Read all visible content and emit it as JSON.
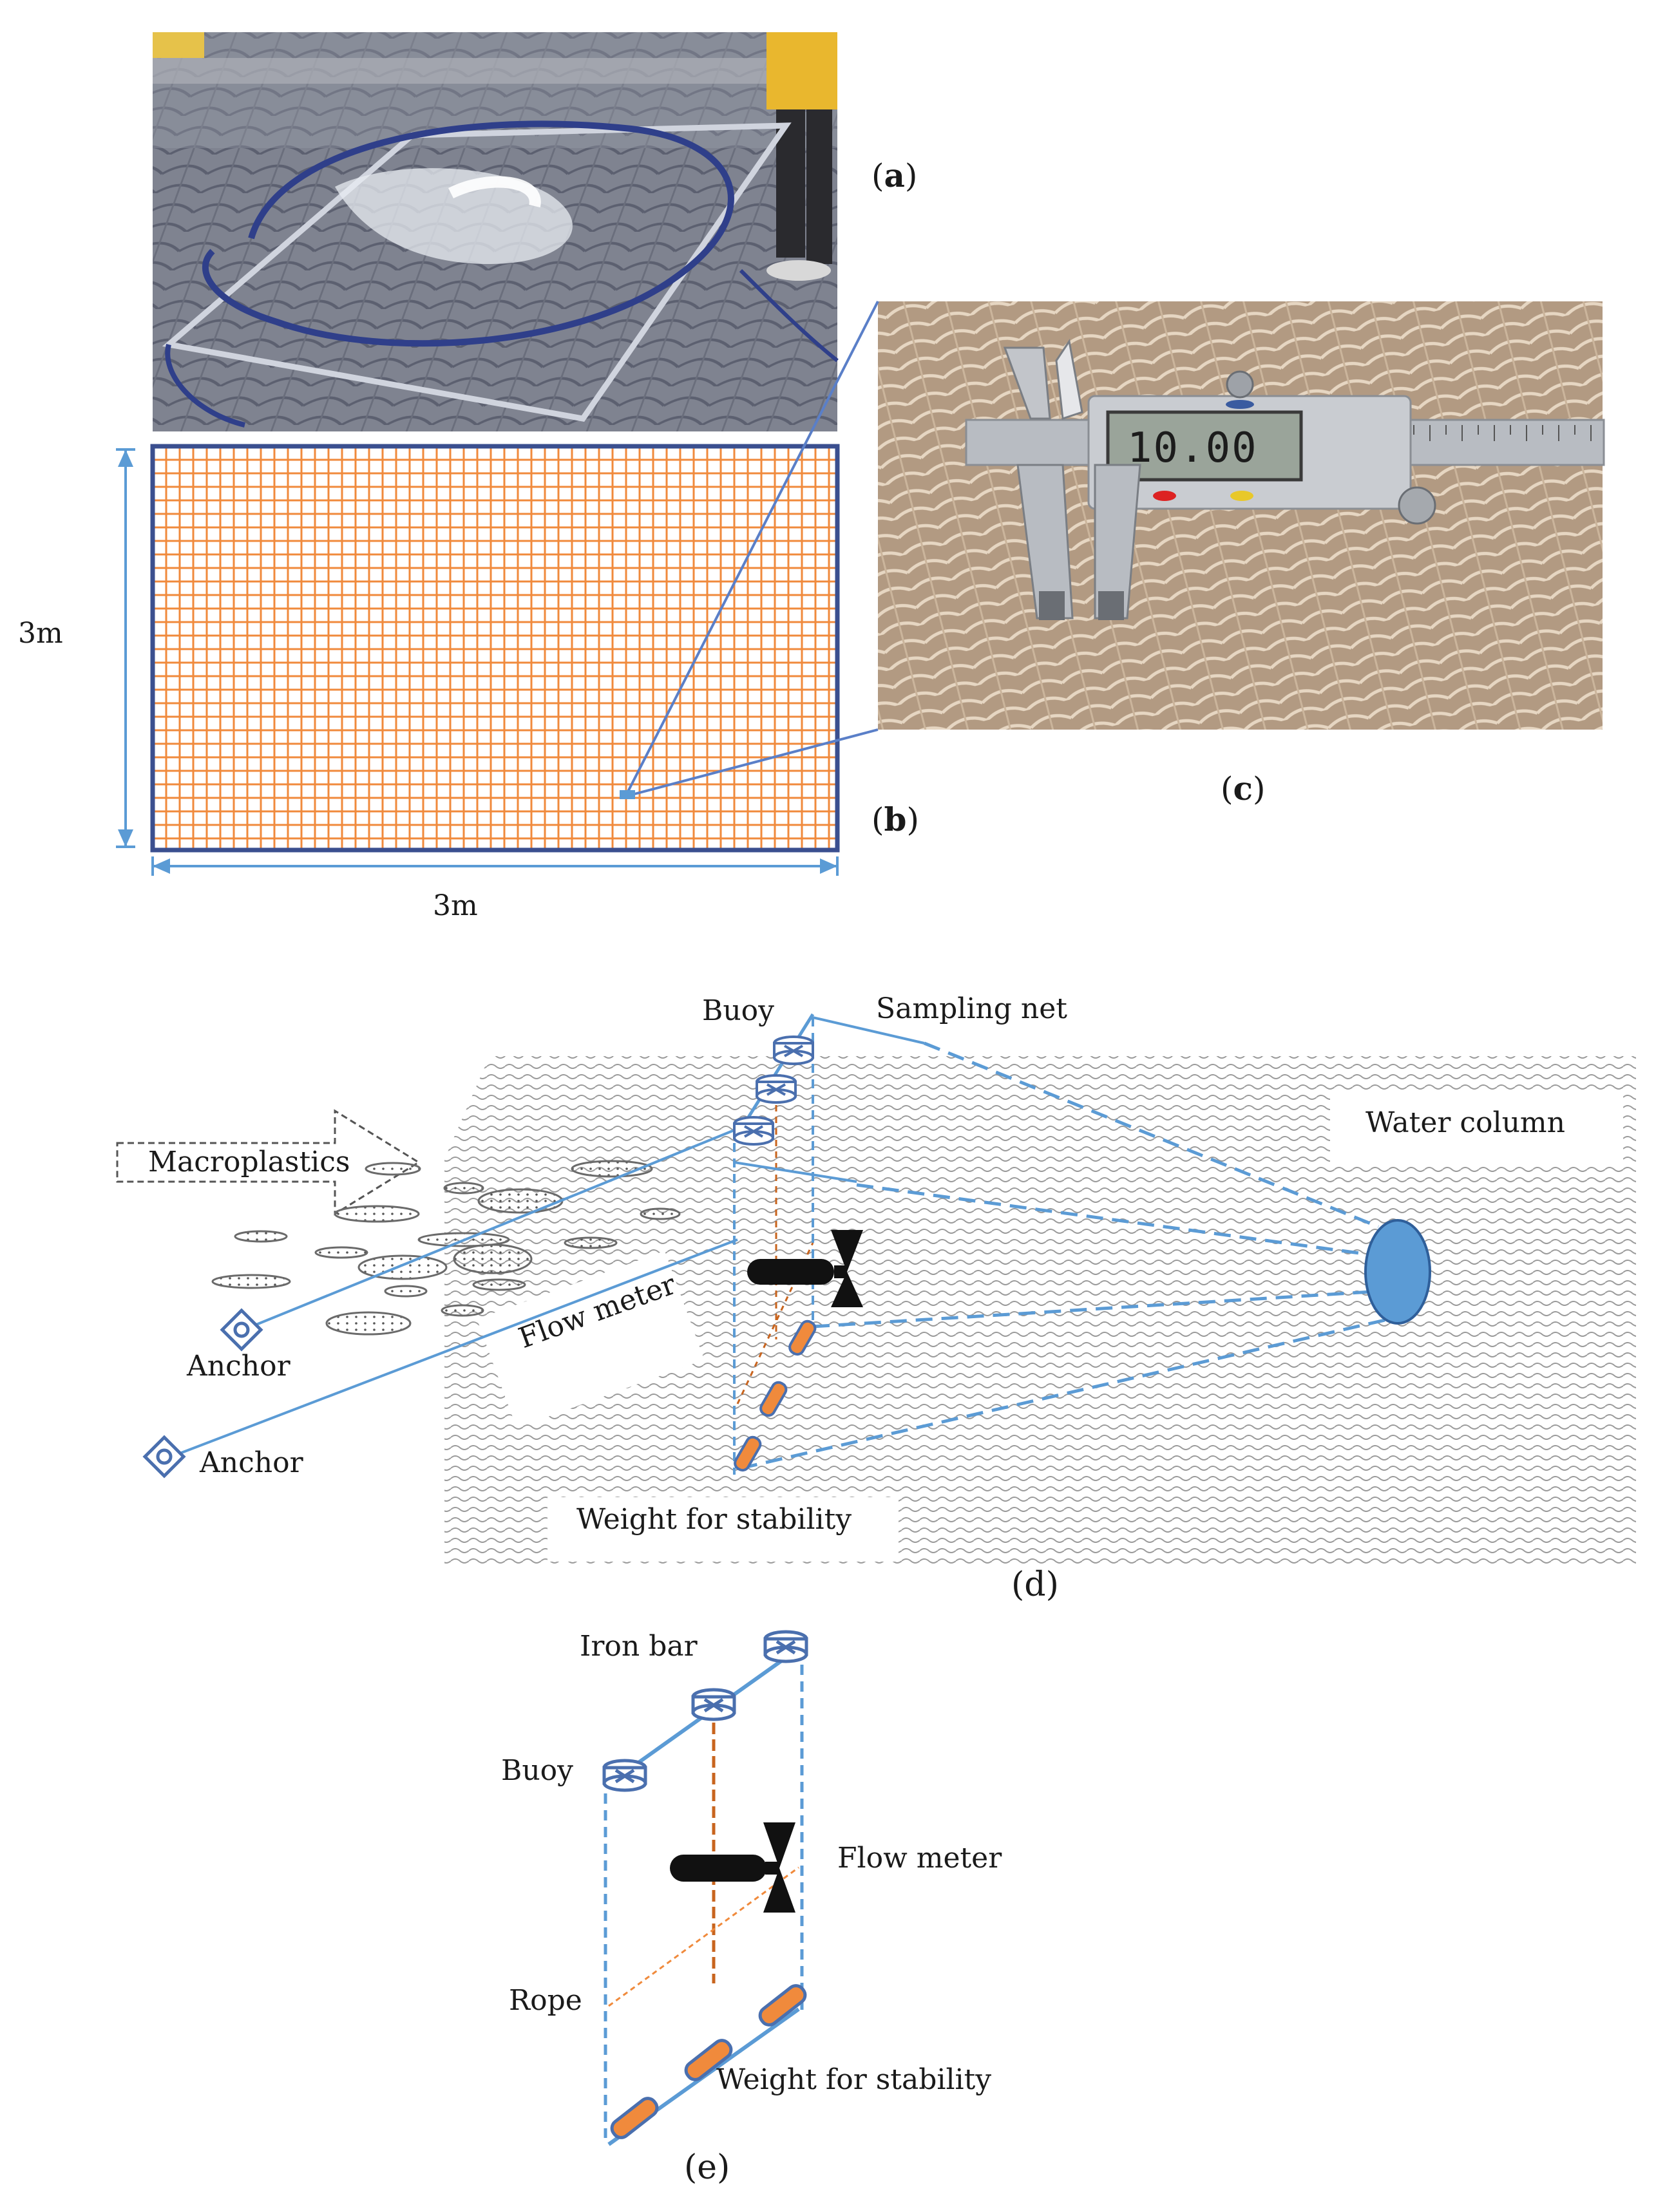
{
  "panels": {
    "a": {
      "open": "(",
      "letter": "a",
      "close": ")"
    },
    "b": {
      "open": "(",
      "letter": "b",
      "close": ")"
    },
    "c": {
      "open": "(",
      "letter": "c",
      "close": ")"
    },
    "d": "(d)",
    "e": "(e)"
  },
  "grid_dimensions": {
    "height_label": "3m",
    "width_label": "3m"
  },
  "caliper_display": "10.00",
  "diagram_d": {
    "buoy": "Buoy",
    "sampling_net": "Sampling net",
    "water_column": "Water column",
    "macroplastics": "Macroplastics",
    "flow_meter": "Flow meter",
    "anchor_1": "Anchor",
    "anchor_2": "Anchor",
    "weight": "Weight for stability"
  },
  "diagram_e": {
    "iron_bar": "Iron bar",
    "buoy": "Buoy",
    "flow_meter": "Flow meter",
    "rope": "Rope",
    "weight": "Weight for stability"
  },
  "colors": {
    "net_orange": "#f08a3c",
    "frame_blue": "#3a4f8f",
    "line_blue": "#5b9bd5",
    "iron_bar_brown": "#c8641e"
  }
}
